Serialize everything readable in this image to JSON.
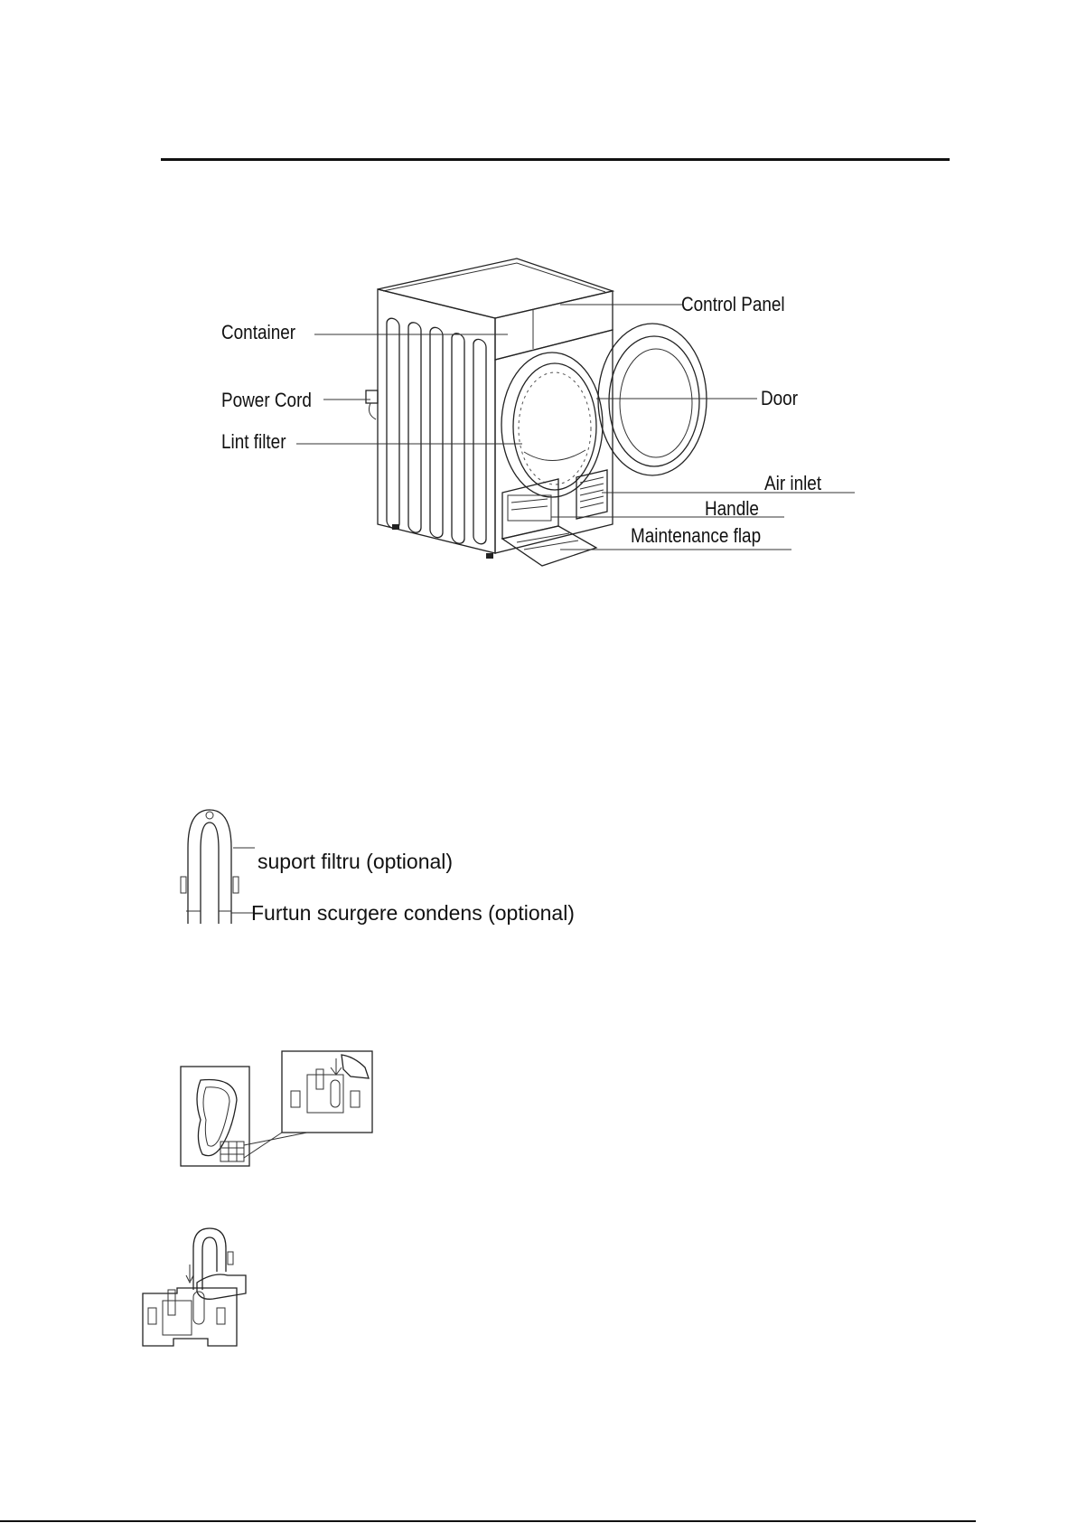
{
  "dryer_figure": {
    "labels": {
      "control_panel": "Control Panel",
      "container": "Container",
      "power_cord": "Power Cord",
      "door": "Door",
      "lint_filter": "Lint filter",
      "air_inlet": "Air inlet",
      "handle": "Handle",
      "maintenance_flap": "Maintenance flap"
    }
  },
  "accessory_figure": {
    "labels": {
      "filter_holder": "suport filtru (optional)",
      "drain_hose": "Furtun scurgere condens (optional)"
    }
  }
}
